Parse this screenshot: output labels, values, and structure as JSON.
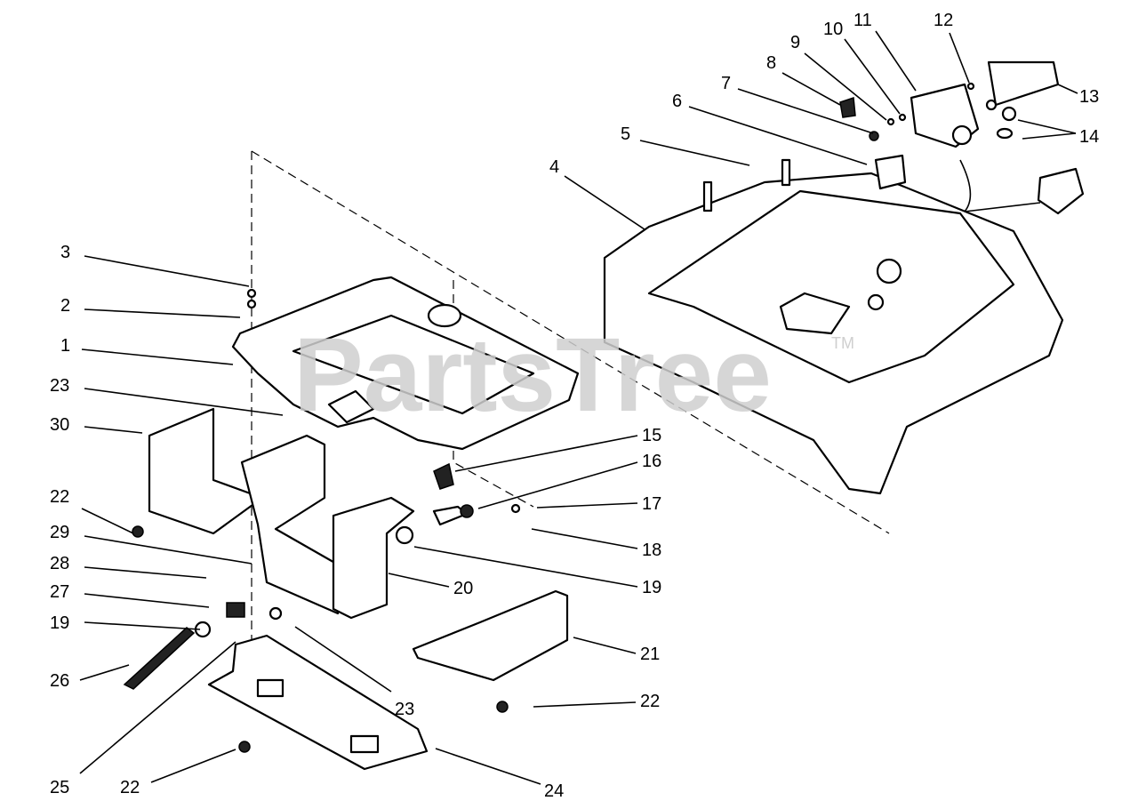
{
  "watermark": {
    "text": "PartsTree",
    "trademark": "TM"
  },
  "callouts": [
    {
      "id": "c3",
      "label": "3"
    },
    {
      "id": "c2",
      "label": "2"
    },
    {
      "id": "c1",
      "label": "1"
    },
    {
      "id": "c23a",
      "label": "23"
    },
    {
      "id": "c30",
      "label": "30"
    },
    {
      "id": "c22a",
      "label": "22"
    },
    {
      "id": "c29",
      "label": "29"
    },
    {
      "id": "c28",
      "label": "28"
    },
    {
      "id": "c27",
      "label": "27"
    },
    {
      "id": "c19a",
      "label": "19"
    },
    {
      "id": "c26",
      "label": "26"
    },
    {
      "id": "c25",
      "label": "25"
    },
    {
      "id": "c22b",
      "label": "22"
    },
    {
      "id": "c24",
      "label": "24"
    },
    {
      "id": "c23b",
      "label": "23"
    },
    {
      "id": "c22c",
      "label": "22"
    },
    {
      "id": "c21",
      "label": "21"
    },
    {
      "id": "c20",
      "label": "20"
    },
    {
      "id": "c19b",
      "label": "19"
    },
    {
      "id": "c18",
      "label": "18"
    },
    {
      "id": "c17",
      "label": "17"
    },
    {
      "id": "c16",
      "label": "16"
    },
    {
      "id": "c15",
      "label": "15"
    },
    {
      "id": "c4",
      "label": "4"
    },
    {
      "id": "c5",
      "label": "5"
    },
    {
      "id": "c6",
      "label": "6"
    },
    {
      "id": "c7",
      "label": "7"
    },
    {
      "id": "c8",
      "label": "8"
    },
    {
      "id": "c9",
      "label": "9"
    },
    {
      "id": "c10",
      "label": "10"
    },
    {
      "id": "c11",
      "label": "11"
    },
    {
      "id": "c12",
      "label": "12"
    },
    {
      "id": "c13",
      "label": "13"
    },
    {
      "id": "c14",
      "label": "14"
    }
  ]
}
